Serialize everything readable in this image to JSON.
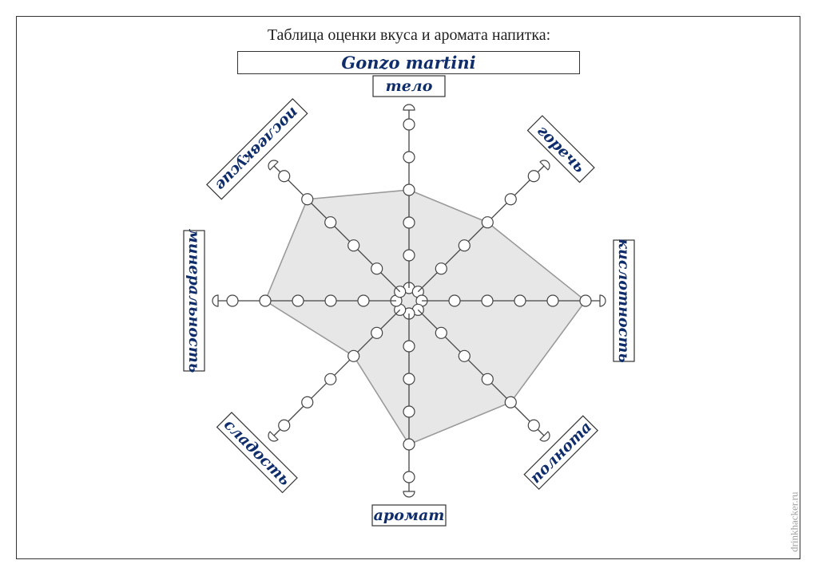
{
  "header": {
    "title": "Таблица оценки вкуса и аромата напитка:",
    "drink_name": "Gonzo martini"
  },
  "credit": "drinkhacker.ru",
  "colors": {
    "label_text": "#0f2d6b",
    "area_fill": "#e6e6e6",
    "area_stroke": "#9a9a9a",
    "lines": "#444444"
  },
  "chart_data": {
    "type": "radar",
    "scale_max": 5,
    "axes": [
      "тело",
      "горечь",
      "кислотность",
      "полнота",
      "аромат",
      "сладость",
      "минеральность",
      "послевкусие"
    ],
    "values": [
      3,
      3,
      5,
      4,
      4,
      2,
      4,
      4
    ]
  }
}
